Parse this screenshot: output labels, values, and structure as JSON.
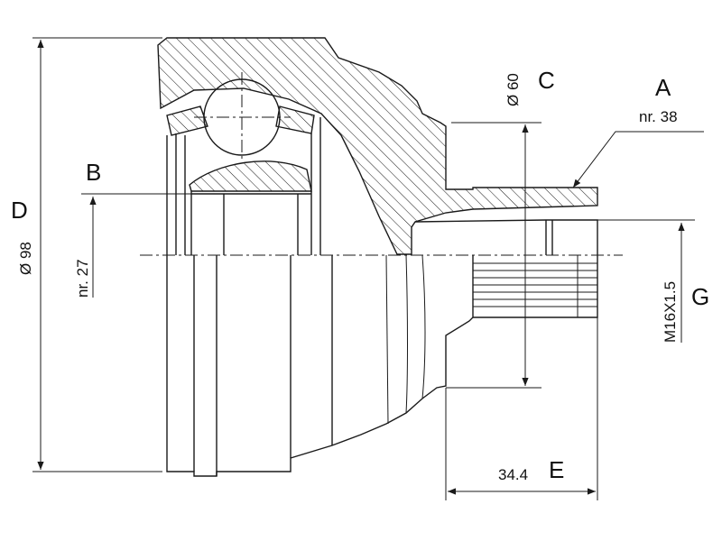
{
  "labels": {
    "a": "A",
    "a_note": "nr. 38",
    "b": "B",
    "b_note": "nr. 27",
    "c": "C",
    "c_dim": "Ø 60",
    "d": "D",
    "d_dim": "Ø 98",
    "e": "E",
    "e_dim": "34.4",
    "g": "G",
    "g_dim": "M16X1.5"
  }
}
